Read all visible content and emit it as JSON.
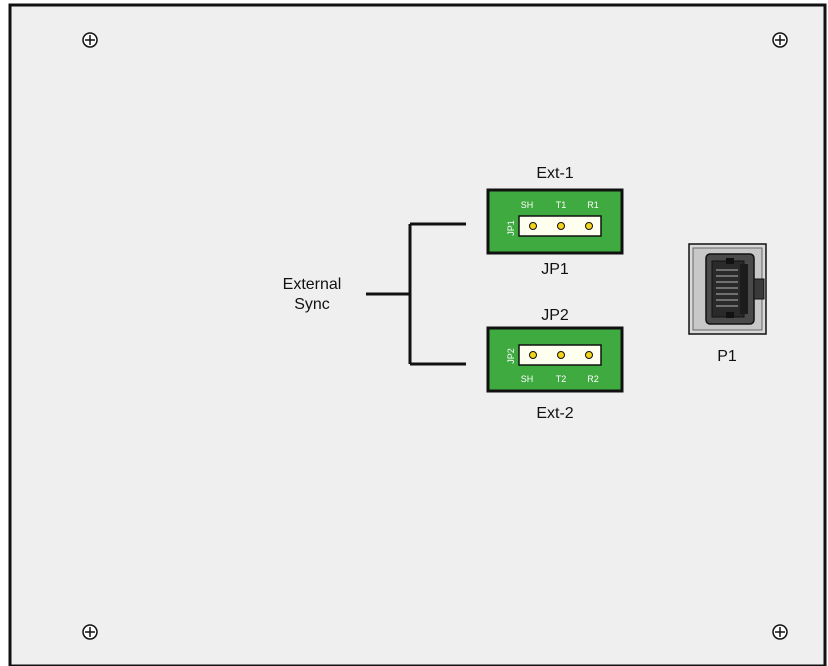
{
  "panel": {
    "background": "#efefef",
    "border_color": "#111111"
  },
  "screws": [
    {
      "name": "screw-top-left"
    },
    {
      "name": "screw-top-right"
    },
    {
      "name": "screw-bottom-left"
    },
    {
      "name": "screw-bottom-right"
    }
  ],
  "external_sync": {
    "line1": "External",
    "line2": "Sync"
  },
  "jumpers": [
    {
      "id": "jp1",
      "title": "Ext-1",
      "caption": "JP1",
      "side_label": "JP1",
      "pins": [
        "SH",
        "T1",
        "R1"
      ],
      "board_color": "#3faa3f",
      "header_color": "#fffff0"
    },
    {
      "id": "jp2",
      "title": "JP2",
      "caption": "Ext-2",
      "side_label": "JP2",
      "pins": [
        "SH",
        "T2",
        "R2"
      ],
      "board_color": "#3faa3f",
      "header_color": "#fffff0"
    }
  ],
  "connector": {
    "label": "P1",
    "icon": "rj45-jack-icon"
  }
}
